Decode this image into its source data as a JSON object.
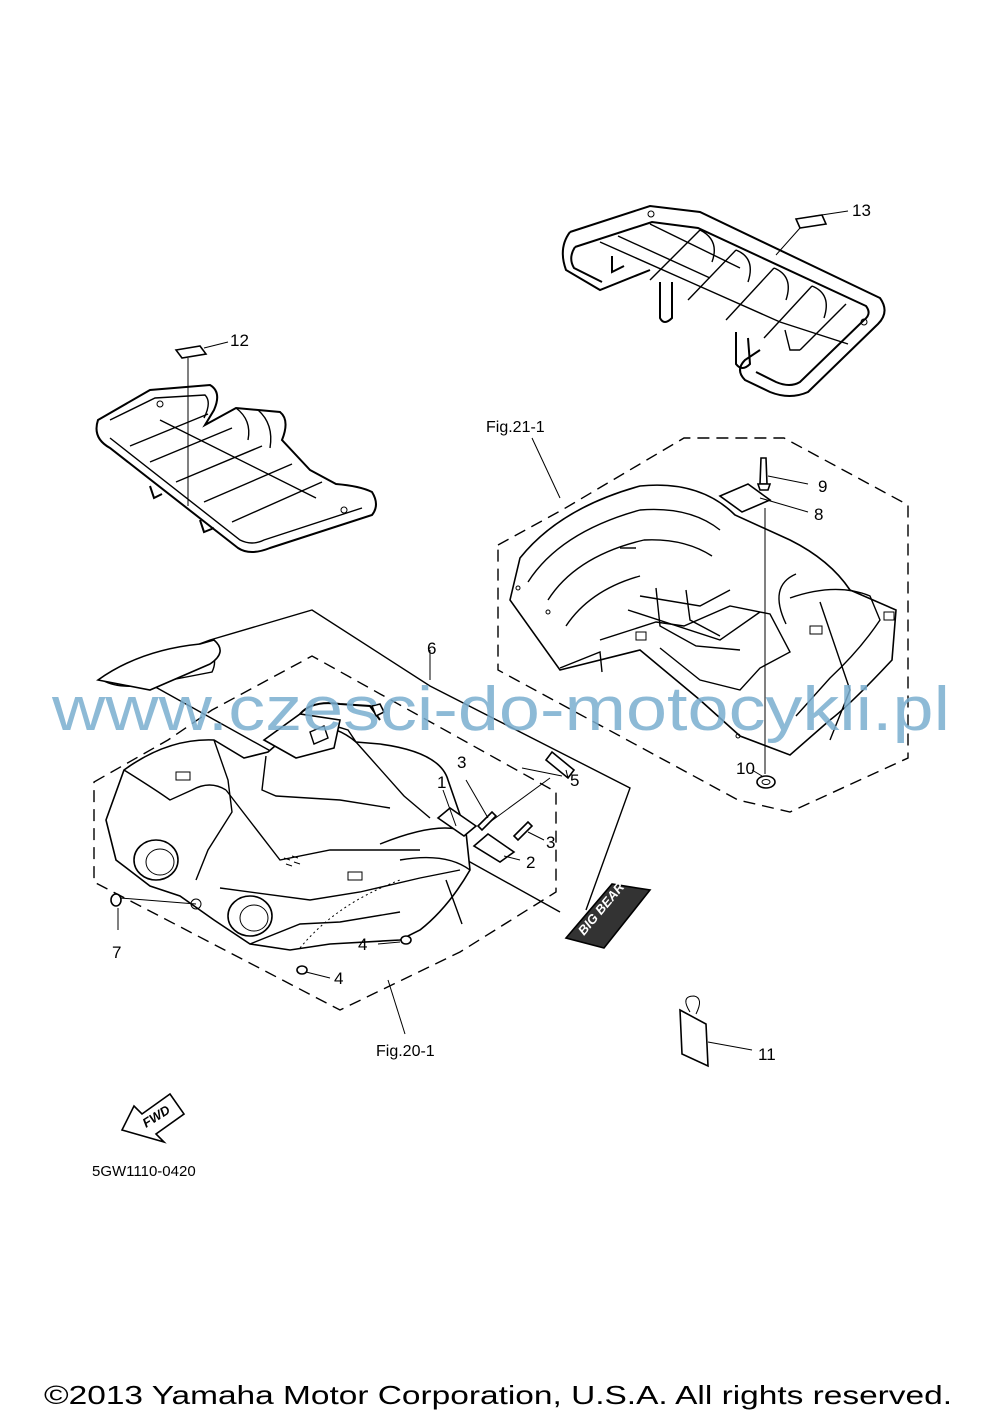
{
  "callouts": [
    "1",
    "2",
    "3",
    "3",
    "4",
    "4",
    "5",
    "6",
    "7",
    "8",
    "9",
    "10",
    "11",
    "12",
    "13"
  ],
  "figure_refs": {
    "front": "Fig.20-1",
    "rear": "Fig.21-1"
  },
  "part_code": "5GW1110-0420",
  "fwd_label": "FWD",
  "decal_text": "BIG BEAR",
  "watermark": "www.czesci-do-motocykli.pl",
  "copyright": "©2013 Yamaha Motor Corporation, U.S.A. All rights reserved."
}
